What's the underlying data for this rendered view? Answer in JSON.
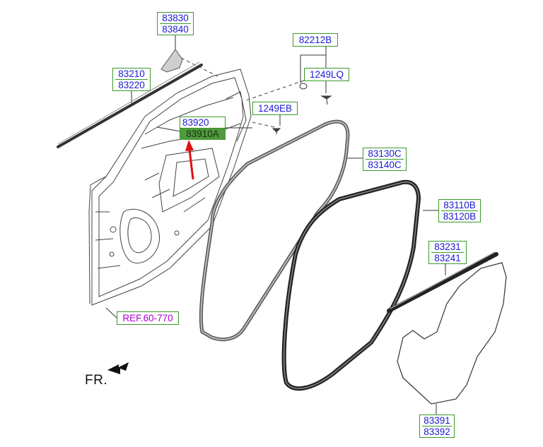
{
  "labels": {
    "cap": [
      "83830",
      "83840"
    ],
    "belt": [
      "83210",
      "83220"
    ],
    "clip_group": "82212B",
    "clip": "1249LQ",
    "bolt": "1249EB",
    "sealing_inner": [
      "83920",
      "83910A"
    ],
    "weatherstrip_body": [
      "83130C",
      "83140C"
    ],
    "weatherstrip_door": [
      "83110B",
      "83120B"
    ],
    "channel_lower": [
      "83231",
      "83241"
    ],
    "film": [
      "83391",
      "83392"
    ],
    "ref": "REF.60-770"
  },
  "direction": "FR.",
  "icons": [
    "front-arrow-icon"
  ],
  "colors": {
    "label_border": "#3a9a2a",
    "label_text": "#1a1ad0",
    "ref_text": "#b000d0",
    "highlight_fill": "#4f9a3c",
    "pointer_arrow": "#e01010",
    "line_art": "#333333"
  }
}
